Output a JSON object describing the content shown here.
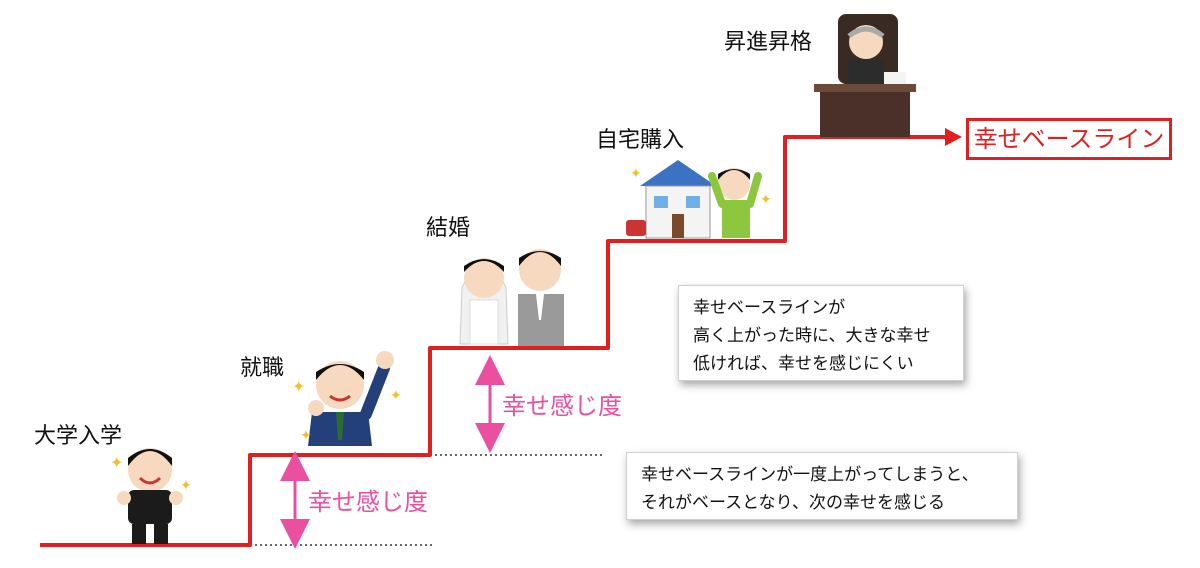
{
  "steps": [
    {
      "label": "大学入学",
      "icon": "student-cheering-illustration"
    },
    {
      "label": "就職",
      "icon": "businessman-fist-pump-illustration"
    },
    {
      "label": "結婚",
      "icon": "wedding-couple-illustration"
    },
    {
      "label": "自宅購入",
      "icon": "house-and-man-illustration"
    },
    {
      "label": "昇進昇格",
      "icon": "executive-at-desk-illustration"
    }
  ],
  "baseline_label": "幸せベースライン",
  "happiness_labels": [
    "幸せ感じ度",
    "幸せ感じ度"
  ],
  "notes": [
    {
      "lines": [
        "幸せベースラインが",
        "高く上がった時に、大きな幸せ",
        "低ければ、幸せを感じにくい"
      ]
    },
    {
      "lines": [
        "幸せベースラインが一度上がってしまうと、",
        "それがベースとなり、次の幸せを感じる"
      ]
    }
  ],
  "colors": {
    "staircase": "#e02020",
    "arrow": "#ea4fa0",
    "label_border": "#e02020"
  }
}
